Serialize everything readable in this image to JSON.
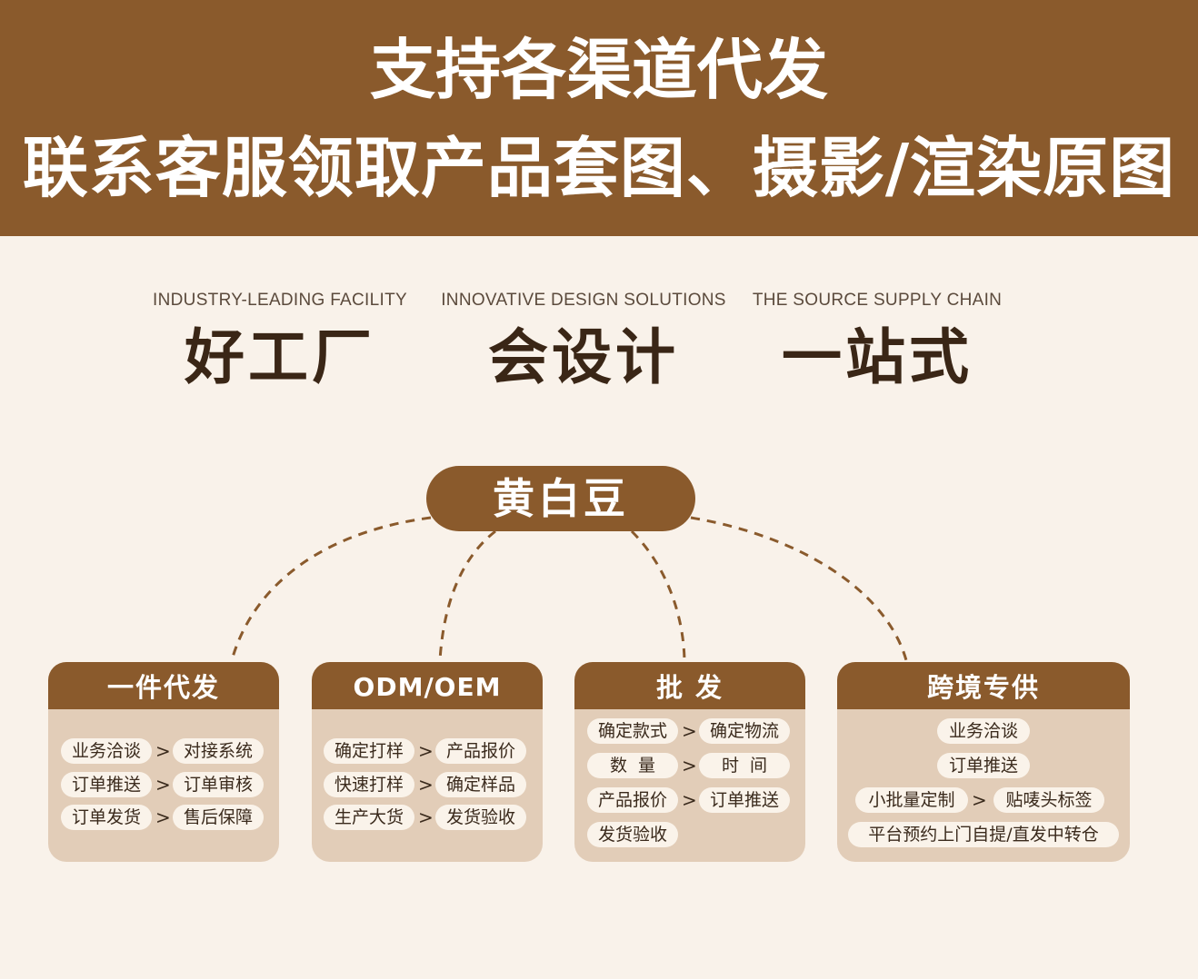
{
  "banner": {
    "line1": "支持各渠道代发",
    "line2": "联系客服领取产品套图、摄影/渲染原图"
  },
  "features": [
    {
      "en": "INDUSTRY-LEADING FACILITY",
      "cn": "好工厂"
    },
    {
      "en": "INNOVATIVE DESIGN SOLUTIONS",
      "cn": "会设计"
    },
    {
      "en": "THE SOURCE SUPPLY CHAIN",
      "cn": "一站式"
    }
  ],
  "hub": {
    "label": "黄白豆"
  },
  "arrow": ">",
  "cards": [
    {
      "title": "一件代发",
      "rows": [
        [
          "业务洽谈",
          "对接系统"
        ],
        [
          "订单推送",
          "订单审核"
        ],
        [
          "订单发货",
          "售后保障"
        ]
      ]
    },
    {
      "title": "ODM/OEM",
      "rows": [
        [
          "确定打样",
          "产品报价"
        ],
        [
          "快速打样",
          "确定样品"
        ],
        [
          "生产大货",
          "发货验收"
        ]
      ]
    },
    {
      "title": "批 发",
      "rows": [
        [
          "确定款式",
          "确定物流"
        ],
        [
          "数  量",
          "时  间"
        ],
        [
          "产品报价",
          "订单推送"
        ],
        [
          "发货验收"
        ]
      ]
    },
    {
      "title": "跨境专供",
      "rows": [
        [
          "业务洽谈"
        ],
        [
          "订单推送"
        ],
        [
          "小批量定制",
          "贴唛头标签"
        ],
        [
          "平台预约上门自提/直发中转仓"
        ]
      ]
    }
  ],
  "colors": {
    "brown": "#8a5a2c",
    "background": "#f9f2ea",
    "card": "#e2cdb8",
    "pill": "#faf3ea",
    "dark_text": "#3a2616"
  }
}
